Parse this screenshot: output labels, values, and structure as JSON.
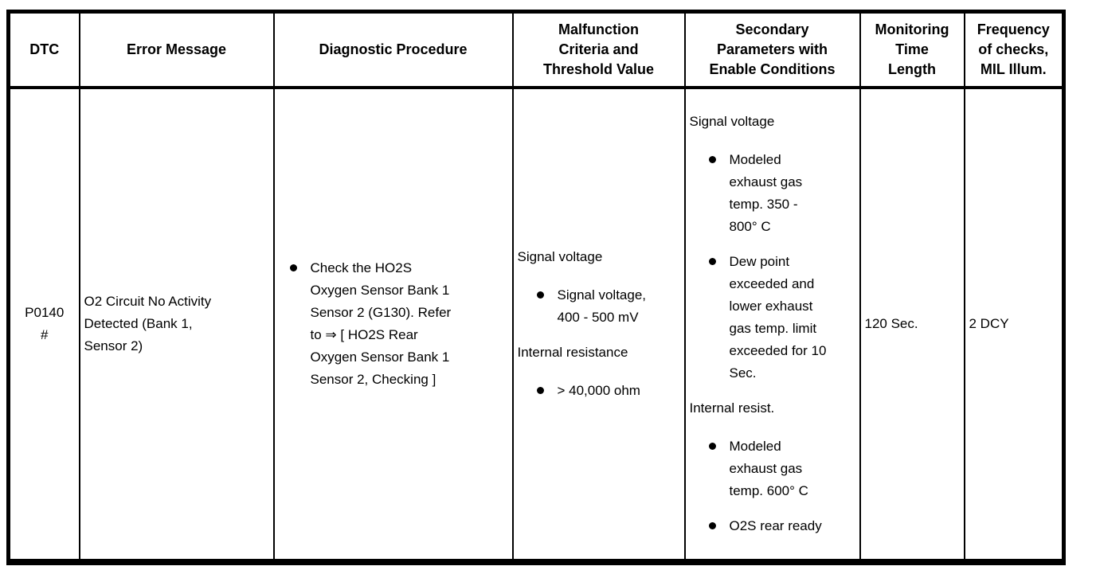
{
  "page": {
    "background_color": "#ffffff",
    "border_color": "#000000",
    "text_color": "#000000"
  },
  "table": {
    "headers": [
      {
        "id": "dtc",
        "lines": [
          "DTC"
        ]
      },
      {
        "id": "error-message",
        "lines": [
          "Error Message"
        ]
      },
      {
        "id": "diagnostic-procedure",
        "lines": [
          "Diagnostic Procedure"
        ]
      },
      {
        "id": "malfunction-criteria",
        "lines": [
          "Malfunction",
          "Criteria and",
          "Threshold Value"
        ]
      },
      {
        "id": "secondary-parameters",
        "lines": [
          "Secondary",
          "Parameters with",
          "Enable Conditions"
        ]
      },
      {
        "id": "monitoring-time",
        "lines": [
          "Monitoring",
          "Time",
          "Length"
        ]
      },
      {
        "id": "frequency",
        "lines": [
          "Frequency",
          "of checks,",
          "MIL Illum."
        ]
      }
    ],
    "row": {
      "dtc_lines": [
        "P0140",
        "#"
      ],
      "error_message_lines": [
        "O2 Circuit No Activity",
        "Detected (Bank 1,",
        "Sensor 2)"
      ],
      "diagnostic_procedure": {
        "bullets": [
          {
            "lines": [
              "Check the HO2S",
              "Oxygen Sensor Bank 1",
              "Sensor 2 (G130). Refer",
              "to ⇒ [ HO2S Rear",
              "Oxygen Sensor Bank 1",
              "Sensor 2, Checking ]"
            ]
          }
        ]
      },
      "malfunction_criteria": {
        "sections": [
          {
            "heading": "Signal voltage",
            "bullets": [
              {
                "lines": [
                  "Signal voltage,",
                  "400 - 500 mV"
                ]
              }
            ]
          },
          {
            "heading": "Internal resistance",
            "bullets": [
              {
                "lines": [
                  "> 40,000 ohm"
                ]
              }
            ]
          }
        ]
      },
      "secondary_parameters": {
        "sections": [
          {
            "heading": "Signal voltage",
            "bullets": [
              {
                "lines": [
                  "Modeled",
                  "exhaust gas",
                  "temp. 350 -",
                  "800° C"
                ]
              },
              {
                "lines": [
                  "Dew point",
                  "exceeded and",
                  "lower exhaust",
                  "gas temp. limit",
                  "exceeded for 10",
                  "Sec."
                ]
              }
            ]
          },
          {
            "heading": "Internal resist.",
            "bullets": [
              {
                "lines": [
                  "Modeled",
                  "exhaust gas",
                  "temp. 600° C"
                ]
              },
              {
                "lines": [
                  "O2S rear ready"
                ]
              }
            ]
          }
        ]
      },
      "monitoring_time_length": "120 Sec.",
      "frequency_of_checks": "2 DCY"
    }
  }
}
